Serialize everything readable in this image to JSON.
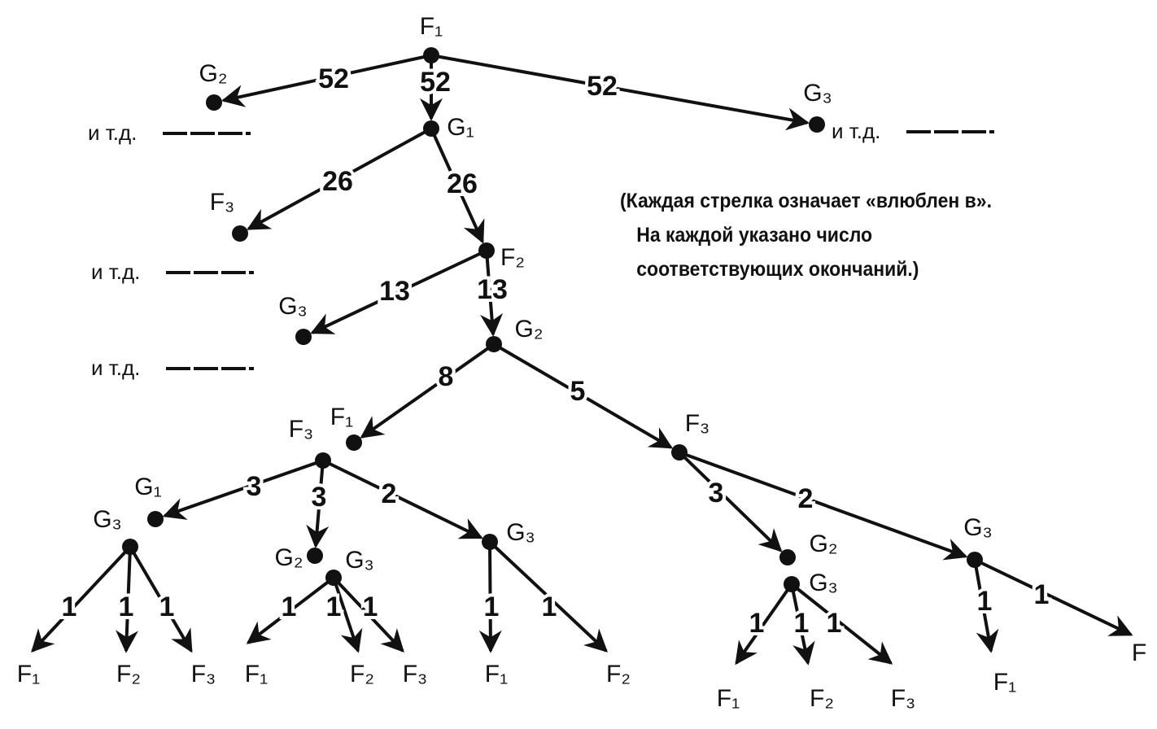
{
  "nodes": [
    "F₁",
    "G₂",
    "G₃",
    "G₁",
    "F₃",
    "F₂",
    "G₃",
    "G₂",
    "F₁",
    "F₃",
    "F₃",
    "G₁",
    "G₃",
    "G₂",
    "G₃",
    "G₃",
    "G₂",
    "G₃",
    "G₃",
    "F₁",
    "F₂",
    "F₃",
    "F₁",
    "F₂",
    "F₃",
    "F₁",
    "F₂",
    "F₁",
    "F₂",
    "F₃",
    "F₁",
    "F"
  ],
  "edge_weights": [
    "52",
    "52",
    "52",
    "26",
    "26",
    "13",
    "13",
    "8",
    "5",
    "3",
    "3",
    "2",
    "3",
    "2",
    "1",
    "1",
    "1",
    "1",
    "1",
    "1",
    "1",
    "1",
    "1",
    "1",
    "1",
    "1",
    "1"
  ],
  "etc_label": "и т.д.",
  "note": {
    "line1": "(Каждая стрелка означает «влюблен в».",
    "line2": "На каждой указано число",
    "line3": "соответствующих окончаний.)"
  },
  "colors": {
    "ink": "#111111",
    "paper": "#ffffff"
  }
}
